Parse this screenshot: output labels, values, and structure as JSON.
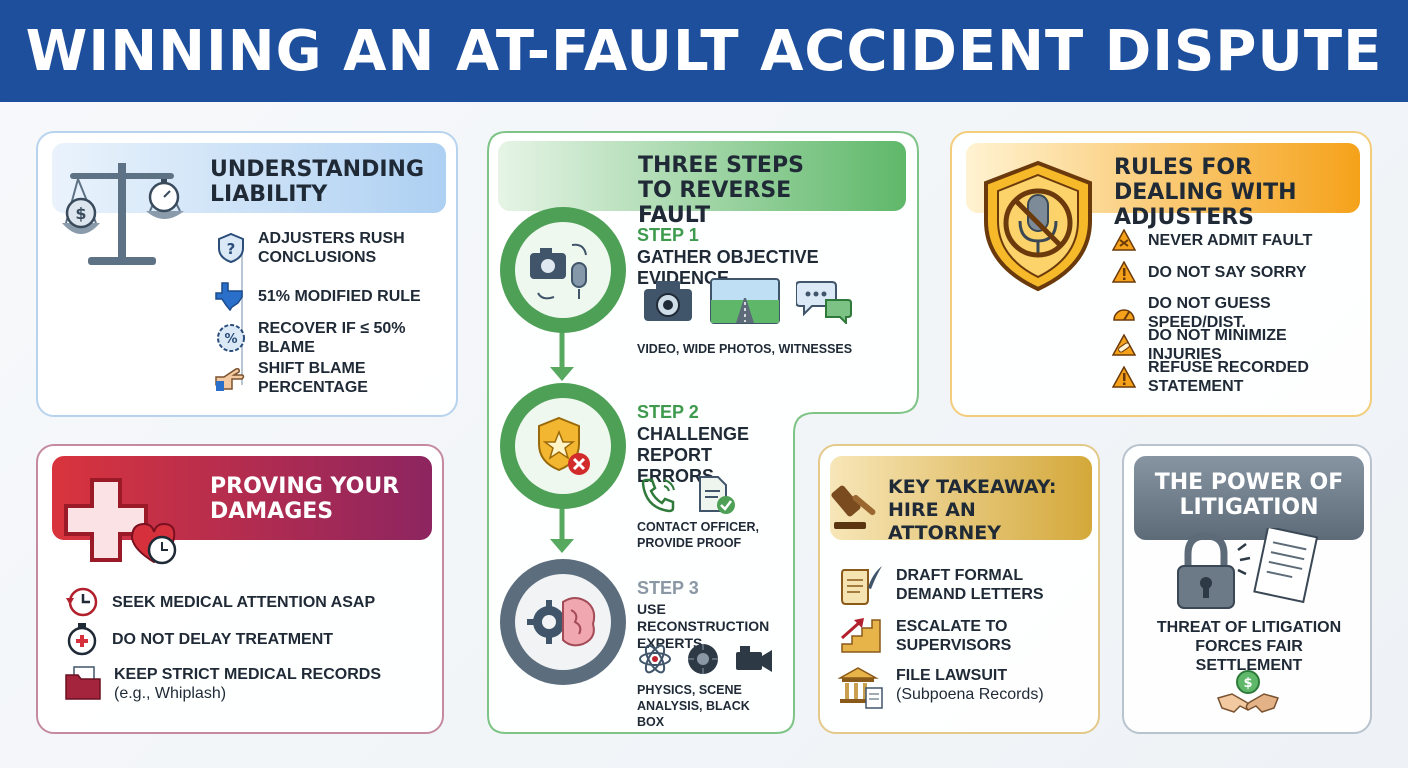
{
  "title": "WINNING AN AT-FAULT ACCIDENT DISPUTE",
  "liability": {
    "heading": "UNDERSTANDING LIABILITY",
    "items": [
      "ADJUSTERS RUSH CONCLUSIONS",
      "51% MODIFIED RULE",
      "RECOVER IF ≤ 50% BLAME",
      "SHIFT BLAME PERCENTAGE"
    ],
    "icons": [
      "scale-icon",
      "shield-question-icon",
      "texas-map-icon",
      "percent-badge-icon",
      "pointing-hand-icon"
    ]
  },
  "steps": {
    "heading": "THREE STEPS TO REVERSE FAULT",
    "step1": {
      "label": "STEP 1",
      "title": "GATHER OBJECTIVE EVIDENCE",
      "caption": "VIDEO, WIDE PHOTOS, WITNESSES"
    },
    "step2": {
      "label": "STEP 2",
      "title": "CHALLENGE REPORT ERRORS",
      "caption": "CONTACT OFFICER, PROVIDE PROOF"
    },
    "step3": {
      "label": "STEP 3",
      "title": "USE RECONSTRUCTION EXPERTS",
      "caption": "PHYSICS, SCENE ANALYSIS, BLACK BOX"
    }
  },
  "adjusters": {
    "heading": "RULES FOR DEALING WITH ADJUSTERS",
    "items": [
      "NEVER ADMIT FAULT",
      "DO NOT SAY SORRY",
      "DO NOT GUESS SPEED/DIST.",
      "DO NOT MINIMIZE INJURIES",
      "REFUSE RECORDED STATEMENT"
    ]
  },
  "damages": {
    "heading": "PROVING YOUR DAMAGES",
    "items": [
      "SEEK MEDICAL ATTENTION ASAP",
      "DO NOT DELAY TREATMENT",
      "KEEP STRICT MEDICAL RECORDS"
    ],
    "note": "(e.g., Whiplash)"
  },
  "attorney": {
    "heading": "KEY TAKEAWAY: HIRE AN ATTORNEY",
    "items": [
      "DRAFT FORMAL DEMAND LETTERS",
      "ESCALATE TO SUPERVISORS",
      "FILE LAWSUIT"
    ],
    "note": "(Subpoena Records)"
  },
  "litigation": {
    "heading": "THE POWER OF LITIGATION",
    "caption": "THREAT OF LITIGATION FORCES FAIR SETTLEMENT"
  },
  "colors": {
    "banner": "#1e4f9c",
    "blue": "#2a6fc9",
    "green": "#3e9a4c",
    "orange": "#f5a21a",
    "red": "#c0232f",
    "gold": "#c79a2a",
    "slate": "#5d6b78"
  }
}
